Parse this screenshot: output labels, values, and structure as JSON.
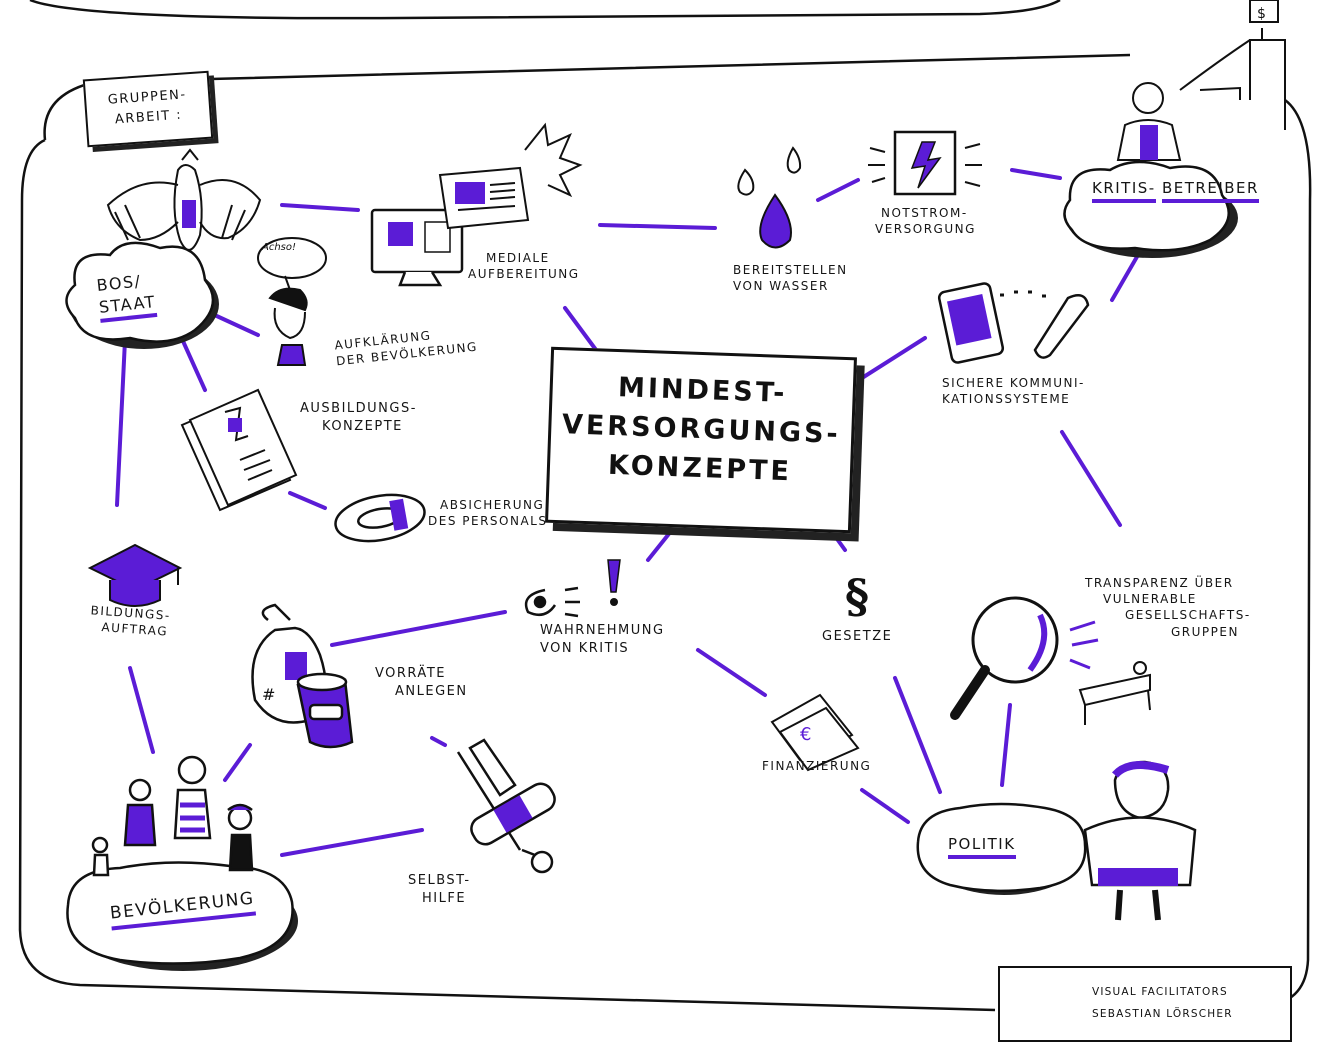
{
  "title": {
    "lines": [
      "MINDEST-",
      "VERSORGUNGS-",
      "KONZEPTE"
    ]
  },
  "group_tag": {
    "lines": [
      "GRUPPEN-",
      "ARBEIT :"
    ]
  },
  "credit": {
    "line1": "VISUAL FACILITATORS",
    "line2": "SEBASTIAN LÖRSCHER"
  },
  "speech_bubble": "Achso!",
  "stakeholders": {
    "bos_staat": [
      "BOS/",
      "STAAT"
    ],
    "kritis_betreiber": [
      "KRITIS-",
      "BETREIBER"
    ],
    "bevoelkerung": "BEVÖLKERUNG",
    "politik": "POLITIK"
  },
  "topics": {
    "mediale": [
      "MEDIALE",
      "AUFBEREITUNG"
    ],
    "aufklaerung": [
      "AUFKLÄRUNG",
      "DER BEVÖLKERUNG"
    ],
    "ausbildung": [
      "AUSBILDUNGS-",
      "KONZEPTE"
    ],
    "absicherung": [
      "ABSICHERUNG",
      "DES PERSONALS"
    ],
    "bildung": [
      "BILDUNGS-",
      "AUFTRAG"
    ],
    "wasser": [
      "BEREITSTELLEN",
      "VON WASSER"
    ],
    "notstrom": [
      "NOTSTROM-",
      "VERSORGUNG"
    ],
    "kommunikation": [
      "SICHERE KOMMUNI-",
      "KATIONSSYSTEME"
    ],
    "wahrnehmung": [
      "WAHRNEHMUNG",
      "VON KRITIS"
    ],
    "gesetze": "GESETZE",
    "transparenz": [
      "TRANSPARENZ ÜBER",
      "VULNERABLE",
      "GESELLSCHAFTS-",
      "GRUPPEN"
    ],
    "vorraete": [
      "VORRÄTE",
      "ANLEGEN"
    ],
    "finanzierung": "FINANZIERUNG",
    "selbsthilfe": [
      "SELBST-",
      "HILFE"
    ]
  },
  "icons": {
    "dollar_sign": "$",
    "hash_sign": "#",
    "euro_sign": "€",
    "paragraph_sign": "§"
  },
  "colors": {
    "accent": "#5b1cd6",
    "ink": "#111111",
    "shadow": "#2a2a2a"
  }
}
